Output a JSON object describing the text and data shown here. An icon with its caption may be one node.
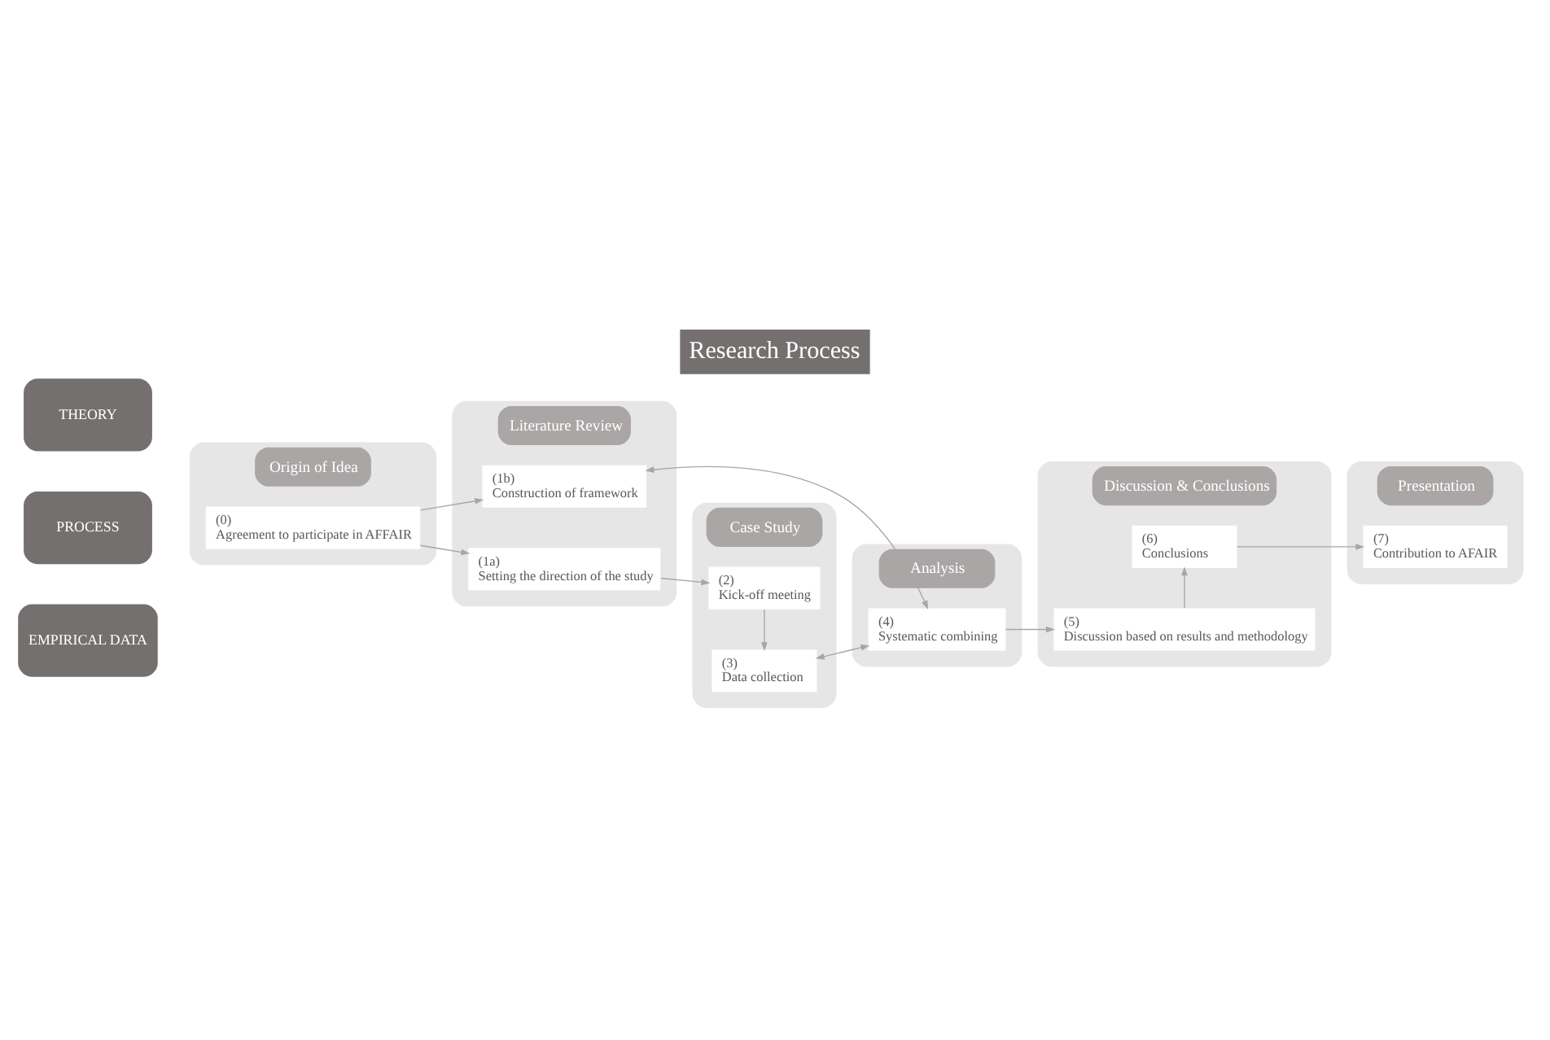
{
  "diagram": {
    "title": "Research Process",
    "nodes": [
      {
        "text": [
          "Origin of Idea"
        ]
      },
      {
        "text": [
          "(0)",
          "Agreement to participate in AFFAIR"
        ],
        "in": 0
      },
      {
        "text": [
          "Literature Review"
        ]
      },
      {
        "text": [
          "(1b)",
          "Construction of framework"
        ],
        "in": 2
      },
      {
        "text": [
          "(1a)",
          "Setting the direction of the study"
        ],
        "in": 2
      },
      {
        "text": [
          "Case Study"
        ]
      },
      {
        "text": [
          "(2)",
          "Kick-off meeting"
        ],
        "in": 5
      },
      {
        "text": [
          "(3)",
          "Data collection"
        ],
        "in": 5
      },
      {
        "text": [
          "Analysis"
        ]
      },
      {
        "text": [
          "(4)",
          "Systematic combining"
        ],
        "in": 8
      },
      {
        "text": [
          "Discussion & Conclusions"
        ]
      },
      {
        "text": [
          "(6)",
          "Conclusions"
        ],
        "in": 10
      },
      {
        "text": [
          "(5)",
          "Discussion based on results and methodology"
        ],
        "in": 10
      },
      {
        "text": [
          "Presentation"
        ]
      },
      {
        "text": [
          "(7)",
          "Contribution to AFAIR"
        ],
        "in": 13
      }
    ],
    "edges": [
      {
        "from": 1,
        "to": 3,
        "arrow": "to"
      },
      {
        "from": 1,
        "to": 4,
        "arrow": "to"
      },
      {
        "from": 4,
        "to": 6,
        "arrow": "to"
      },
      {
        "from": 3,
        "to": 9,
        "arrow": "both"
      },
      {
        "from": 6,
        "to": 7,
        "arrow": "to"
      },
      {
        "from": 7,
        "to": 9,
        "arrow": "both"
      },
      {
        "from": 9,
        "to": 12,
        "arrow": "to"
      },
      {
        "from": 12,
        "to": 11,
        "arrow": "to"
      },
      {
        "from": 11,
        "to": 14,
        "arrow": "to"
      }
    ],
    "labels": [
      "THEORY",
      "PROCESS",
      "EMPIRICAL DATA"
    ]
  }
}
